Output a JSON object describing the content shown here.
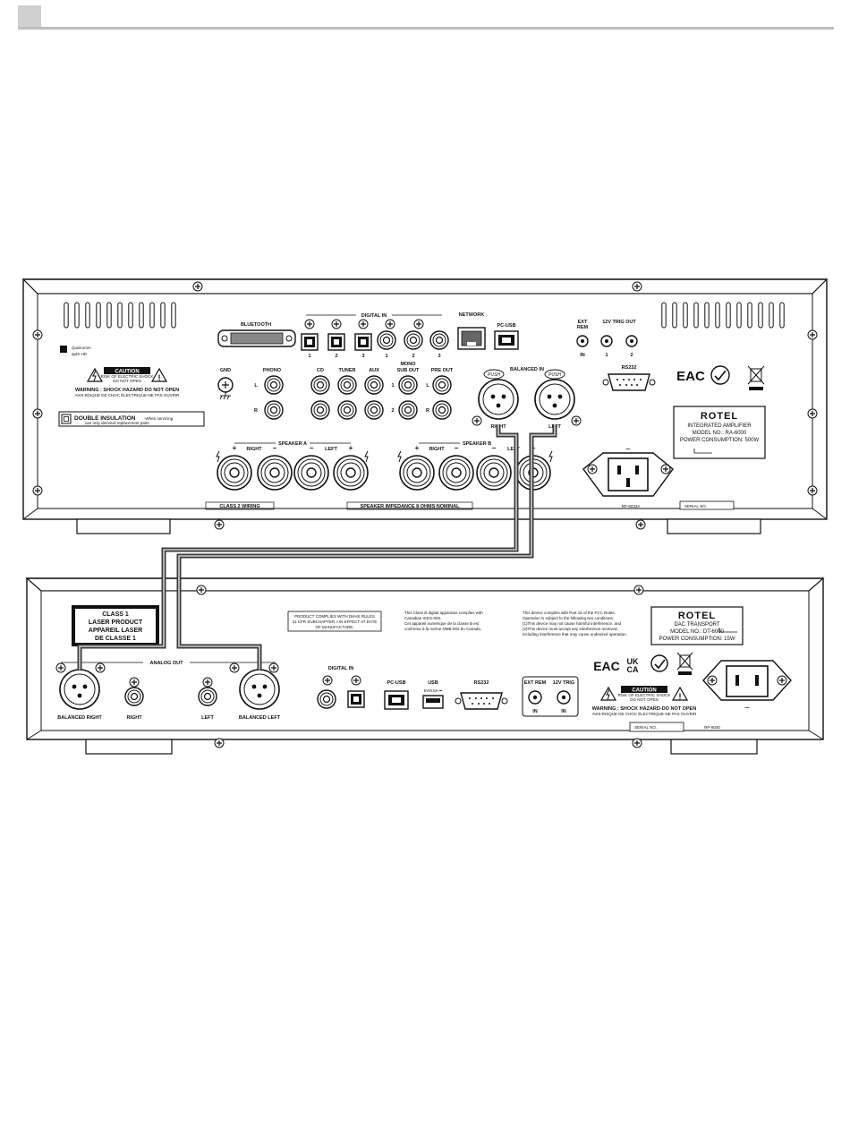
{
  "amplifier": {
    "bluetooth": "BLUETOOTH",
    "qualcomm": [
      "Qualcomm",
      "aptX HD"
    ],
    "caution_title": "CAUTION",
    "caution_sub": [
      "RISK OF ELECTRIC SHOCK",
      "DO NOT OPEN"
    ],
    "warning": [
      "WARNING : SHOCK HAZARD DO NOT OPEN",
      "AVIS:RISQUE DE CHOC ÉLECTRIQUE-NE PAS OUVRIR"
    ],
    "double_insulation": "DOUBLE INSULATION",
    "double_insulation_note": [
      "-When servicing",
      "use only identical replacement parts"
    ],
    "digital_in": "DIGITAL IN",
    "digital_nums": [
      "1",
      "2",
      "3",
      "1",
      "2",
      "3"
    ],
    "network": "NETWORK",
    "pc_usb": "PC-USB",
    "ext_rem": [
      "EXT",
      "REM"
    ],
    "ext_rem_in": "IN",
    "trig": "12V TRIG OUT",
    "trig_nums": [
      "1",
      "2"
    ],
    "rs232": "RS232",
    "gnd": "GND",
    "phono": "PHONO",
    "cd": "CD",
    "tuner": "TUNER",
    "aux": "AUX",
    "mono_sub_out": [
      "MONO",
      "SUB OUT"
    ],
    "pre_out": "PRE OUT",
    "balanced_in": "BALANCED IN",
    "push": "PUSH",
    "bal_right": "RIGHT",
    "bal_left": "LEFT",
    "ch_l": "L",
    "ch_r": "R",
    "sub_nums": [
      "1",
      "2"
    ],
    "speaker_a": "SPEAKER  A",
    "speaker_b": "SPEAKER  B",
    "right": "RIGHT",
    "left": "LEFT",
    "plus": "+",
    "minus": "−",
    "class2": "CLASS 2 WIRING",
    "impedance": "SPEAKER IMPEDANCE 8 OHMS NOMINAL",
    "eac": "EAC",
    "brand": "ROTEL",
    "product": "INTEGRATED AMPLIFIER",
    "model": "MODEL NO.: RA-6000",
    "power": "POWER CONSUMPTION: 500W",
    "rp_code": "RP-6033A",
    "serial": "SERIAL NO."
  },
  "transport": {
    "laser": [
      "CLASS 1",
      "LASER PRODUCT",
      "APPAREIL LASER",
      "DE CLASSE 1"
    ],
    "analog_out": "ANALOG OUT",
    "balanced_right": "BALANCED RIGHT",
    "right": "RIGHT",
    "left": "LEFT",
    "balanced_left": "BALANCED LEFT",
    "dhhs": [
      "PRODUCT COMPLIES WITH DHHS RULES",
      "21 CFR SUBCHAPTER J IN EFFECT AT DATE",
      "OF MANUFACTURE."
    ],
    "canada": [
      "This Class B digital apparatus complies with",
      "Canadian ICES-003.",
      "Cet appareil numérique de la classe B est",
      "conforme à la norme NMB-003 du Canada."
    ],
    "fcc": [
      "This device complies with Part 15 of the FCC Rules.",
      "Operation is subject to the following two conditions:",
      "(1)This device may not cause harmful interference, and",
      "(2)This device must accept any interference received,",
      "including interference that may cause undesired operation."
    ],
    "digital_in": "DIGITAL IN",
    "pc_usb": "PC-USB",
    "usb": "USB",
    "usb_rating": "5V/0.5A ⎓",
    "rs232": "RS232",
    "ext_rem": "EXT REM",
    "trig": "12V TRIG",
    "in": "IN",
    "caution_title": "CAUTION",
    "caution_sub": [
      "RISK OF ELECTRIC SHOCK",
      "DO NOT OPEN"
    ],
    "warning": [
      "WARNING : SHOCK HAZARD-DO NOT OPEN",
      "AVIS:RISQUE DE CHOC ÉLECTRIQUE-NE PAS OUVRIR"
    ],
    "eac": "EAC",
    "ukca": [
      "UK",
      "CA"
    ],
    "brand": "ROTEL",
    "product": "DAC TRANSPORT",
    "model": "MODEL NO.: DT-6000",
    "power": "POWER CONSUMPTION: 15W",
    "serial": "SERIAL NO.",
    "rp_code": "RP-6040"
  },
  "colors": {
    "cable": "#3a3a3a",
    "cable_core": "#cfcfcf",
    "header_bar": "#bdbdbd"
  }
}
